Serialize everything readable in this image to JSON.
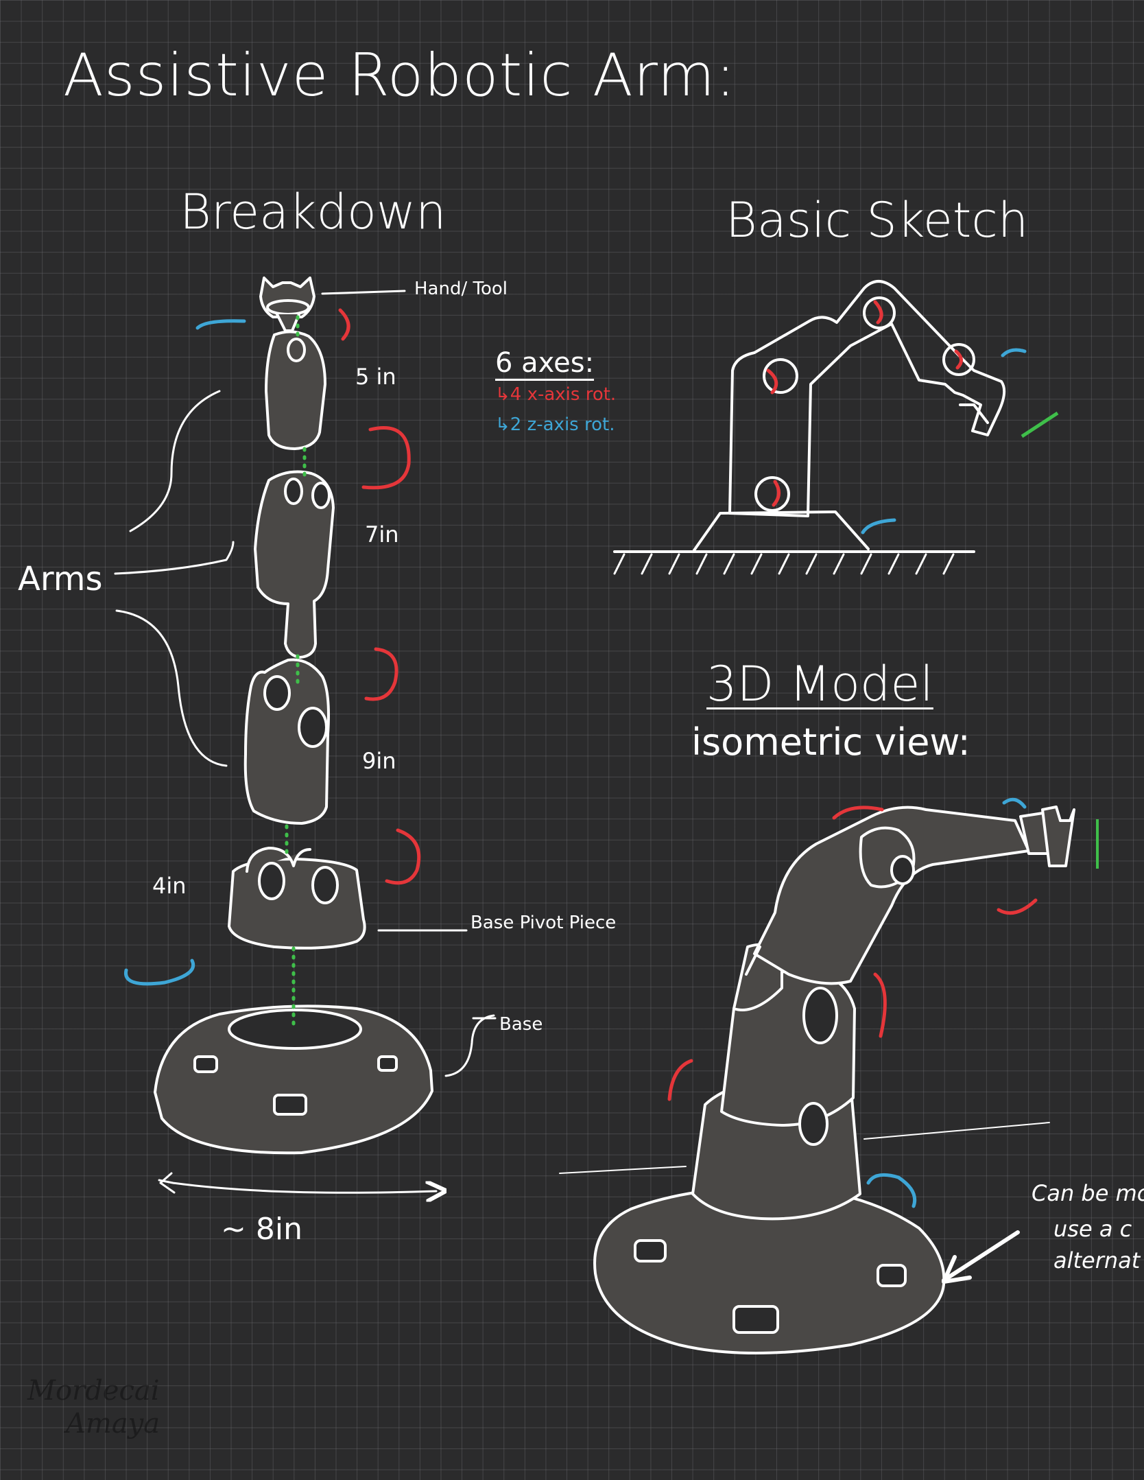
{
  "title": "Assistive Robotic Arm:",
  "breakdown": {
    "heading": "Breakdown",
    "labels": {
      "hand": "Hand/ Tool",
      "len5": "5 in",
      "len7": "7in",
      "len9": "9in",
      "len4": "4in",
      "arms": "Arms",
      "pivot": "Base Pivot Piece",
      "base": "Base",
      "width": "~ 8in"
    }
  },
  "axes": {
    "heading": "6 axes:",
    "line1": "↳4 x-axis rot.",
    "line2": "↳2 z-axis rot."
  },
  "basic_sketch": {
    "heading": "Basic Sketch"
  },
  "model": {
    "heading": "3D Model",
    "subheading": "isometric view:",
    "note_lines": [
      "Can be modi",
      "use a c",
      "alternat"
    ]
  },
  "signature": [
    "Mordecai",
    "Amaya"
  ],
  "colors": {
    "background": "#2b2b2c",
    "rotation_x": "#e5363a",
    "rotation_z": "#3ea6d6",
    "joint_link": "#3fbf4a",
    "line": "#ffffff",
    "fill": "#4a4846"
  }
}
